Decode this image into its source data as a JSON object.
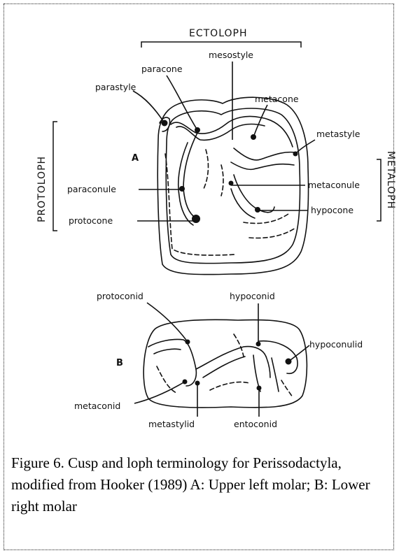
{
  "upper_molar": {
    "letter": "A",
    "loph_labels": {
      "ectoloph": "ECTOLOPH",
      "protoloph": "PROTOLOPH",
      "metaloph": "METALOPH"
    },
    "cusp_labels": {
      "mesostyle": "mesostyle",
      "paracone": "paracone",
      "parastyle": "parastyle",
      "metacone": "metacone",
      "metastyle": "metastyle",
      "paraconule": "paraconule",
      "metaconule": "metaconule",
      "protocone": "protocone",
      "hypocone": "hypocone"
    }
  },
  "lower_molar": {
    "letter": "B",
    "cusp_labels": {
      "protoconid": "protoconid",
      "hypoconid": "hypoconid",
      "hypoconulid": "hypoconulid",
      "metaconid": "metaconid",
      "metastylid": "metastylid",
      "entoconid": "entoconid"
    }
  },
  "caption": "Figure 6. Cusp and loph terminology for Perissodactyla, modified from Hooker (1989) A: Upper left molar; B: Lower right molar"
}
